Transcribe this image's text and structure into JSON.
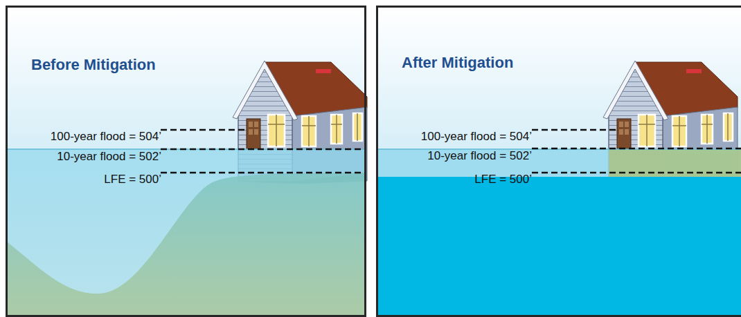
{
  "diagram": {
    "nodes": [
      {
        "text": [
          "Before Mitigation",
          "100-year flood = 504’",
          "10-year flood = 502’",
          "LFE = 500’"
        ]
      },
      {
        "text": [
          "After Mitigation",
          "100-year flood = 504’",
          "10-year flood = 502’",
          "LFE = 500’"
        ]
      }
    ]
  }
}
